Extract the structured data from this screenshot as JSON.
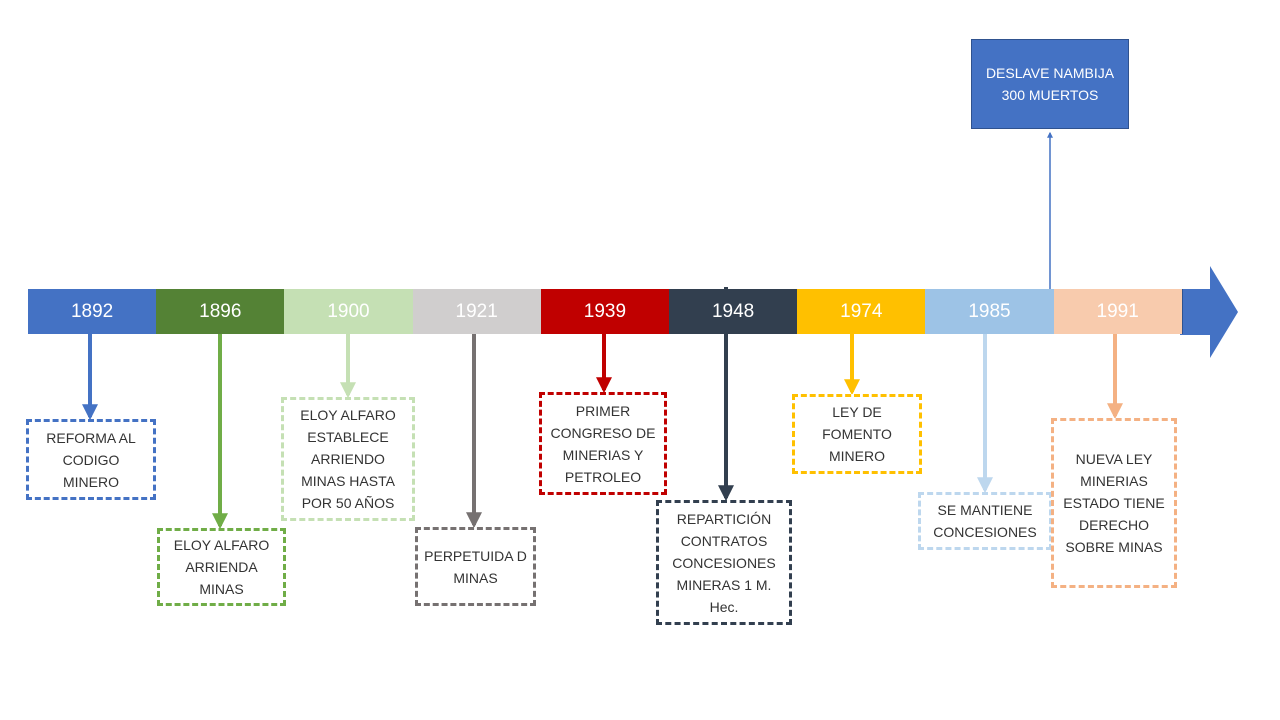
{
  "years": [
    {
      "label": "1892",
      "color": "#4472c4",
      "text_color": "#ffffff"
    },
    {
      "label": "1896",
      "color": "#548235",
      "text_color": "#ffffff"
    },
    {
      "label": "1900",
      "color": "#c5e0b4",
      "text_color": "#ffffff"
    },
    {
      "label": "1921",
      "color": "#d0cece",
      "text_color": "#ffffff"
    },
    {
      "label": "1939",
      "color": "#c00000",
      "text_color": "#ffffff"
    },
    {
      "label": "1948",
      "color": "#323f4f",
      "text_color": "#ffffff"
    },
    {
      "label": "1974",
      "color": "#ffc000",
      "text_color": "#ffffff"
    },
    {
      "label": "1985",
      "color": "#9dc3e6",
      "text_color": "#ffffff"
    },
    {
      "label": "1991",
      "color": "#f8cbad",
      "text_color": "#ffffff"
    }
  ],
  "arrow_color": "#4472c4",
  "events": [
    {
      "year": "1892",
      "text": "REFORMA AL CODIGO MINERO",
      "color": "#4472c4"
    },
    {
      "year": "1896",
      "text": "ELOY ALFARO ARRIENDA MINAS",
      "color": "#70ad47"
    },
    {
      "year": "1900",
      "text": "ELOY ALFARO ESTABLECE ARRIENDO MINAS HASTA POR 50 AÑOS",
      "color": "#c5e0b4"
    },
    {
      "year": "1921",
      "text": "PERPETUIDA D MINAS",
      "color": "#767171"
    },
    {
      "year": "1939",
      "text": "PRIMER CONGRESO DE MINERIAS Y PETROLEO",
      "color": "#c00000"
    },
    {
      "year": "1948",
      "text": "REPARTICIÓN CONTRATOS CONCESIONES MINERAS 1 M. Hec.",
      "color": "#323f4f"
    },
    {
      "year": "1974",
      "text": "LEY DE FOMENTO MINERO",
      "color": "#ffc000"
    },
    {
      "year": "1985",
      "text": "SE MANTIENE CONCESIONES",
      "color": "#bdd7ee"
    },
    {
      "year": "1991",
      "text": "NUEVA LEY MINERIAS ESTADO TIENE DERECHO SOBRE MINAS",
      "color": "#f4b183"
    }
  ],
  "top_event": {
    "text": "DESLAVE NAMBIJA 300 MUERTOS",
    "color": "#4472c4"
  }
}
